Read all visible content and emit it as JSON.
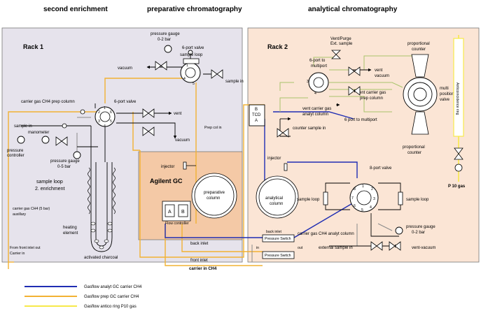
{
  "headers": {
    "second_enrichment": "second enrichment",
    "preparative": "preparative chromatography",
    "analytical": "analytical chromatography"
  },
  "racks": {
    "rack1": "Rack 1",
    "rack2": "Rack 2"
  },
  "labels": {
    "pg_top_1": "pressure gauge",
    "pg_top_2": "0-2 bar",
    "valve6_top": "6-port valve",
    "sample_loop_top": "sample loop",
    "vacuum_top": "vacuum",
    "sample_in_top": "sample in",
    "carrier_prep": "carrier gas CH4 prep column",
    "valve6_left": "6-port valve",
    "sample_in_left": "sample in",
    "manometer": "manometer",
    "pressure_ctrl_1": "pressure",
    "pressure_ctrl_2": "controller",
    "pg_left_1": "pressure gauge",
    "pg_left_2": "0-5 bar",
    "vent_left": "vent",
    "vacuum_left": "vacuum",
    "prep_col_in": "Prep col in",
    "sample_loop_enrich_1": "sample loop",
    "sample_loop_enrich_2": "2. enrichment",
    "carrier_aux_1": "carrier gas CH4 (5 bar)",
    "carrier_aux_2": "auxillary",
    "heating_1": "heating",
    "heating_2": "element",
    "charcoal": "activated charcoal",
    "from_front_1": "From front inlet out",
    "from_front_2": "Carrier in",
    "injector_left": "injector",
    "agilent": "Agilent GC",
    "prep_col_1": "preparative",
    "prep_col_2": "column",
    "port_a_left": "A",
    "port_b_left": "B",
    "flow_ctrl": "Flow controller",
    "back_inlet": "back inlet",
    "front_inlet": "front inlet",
    "carrier_ch4": "carrier in CH4",
    "vent_purge_1": "Vent/Purge",
    "vent_purge_2": "Ext. sample",
    "six_multi_1": "6-port  to",
    "six_multi_2": "multiport",
    "prop_counter_top_1": "proportional",
    "prop_counter_top_2": "counter",
    "vent_vacuum_1": "vent",
    "vent_vacuum_2": "vacuum",
    "vent_carrier_prep_1": "vent carrier gas",
    "vent_carrier_prep_2": "prep column",
    "multi_valve_1": "multi",
    "multi_valve_2": "position",
    "multi_valve_3": "valve",
    "vent_carrier_analyt_1": "vent carrier gas",
    "vent_carrier_analyt_2": "analyt column",
    "six_to_multi": "6 port to multiport",
    "counter_sample": "counter sample in",
    "tcd_b": "B",
    "tcd": "TCD",
    "tcd_a": "A",
    "prop_counter_bot_1": "proportional",
    "prop_counter_bot_2": "counter",
    "anticoinc": "Anticoincidence ring",
    "injector_right": "injector",
    "valve8": "8-port valve",
    "sample_loop_r1": "sample loop",
    "sample_loop_r2": "sample loop",
    "analyt_col_1": "analytical",
    "analyt_col_2": "column",
    "p10": "P 10 gas",
    "carrier_analyt": "carrier gas CH4 analyt column",
    "pg_right_1": "pressure gauge",
    "pg_right_2": "0-2 bar",
    "ps_top_label": "back inlet",
    "ps_top": "Pressure Switch",
    "ps_in": "in",
    "ps_out": "out",
    "ps_bottom": "Pressure Switch",
    "ext_sample": "external sample in",
    "vent_vacuum_bottom": "vent-vacuum"
  },
  "ports": [
    "1",
    "2",
    "3",
    "4",
    "5",
    "6",
    "7",
    "8"
  ],
  "legend": [
    {
      "label": "Gasflow analyt GC carrier CH4",
      "color": "#1f2db3"
    },
    {
      "label": "Gasflow prep GC carrier CH4",
      "color": "#f2b233"
    },
    {
      "label": "Gasflow antico ring P10 gas",
      "color": "#f7e94a"
    }
  ],
  "colors": {
    "rack1_bg": "#e6e3ec",
    "rack2_bg": "#fbe5d5",
    "agilent_bg": "#f4c9a6",
    "analyt_line": "#1f2db3",
    "prep_line": "#f2b233",
    "p10_line": "#f7e94a",
    "green_line": "#a9c46c",
    "gray_line": "#8a8a8a"
  }
}
